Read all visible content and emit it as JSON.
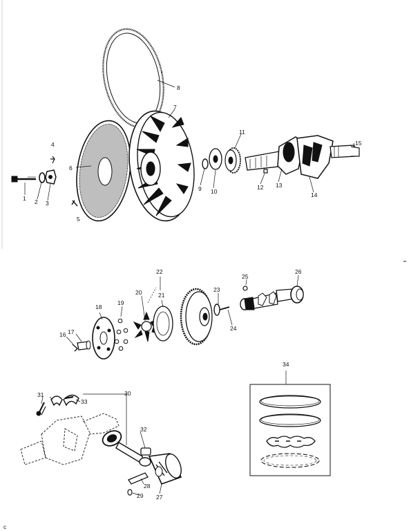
{
  "diagram": {
    "labels": [
      "1",
      "2",
      "3",
      "4",
      "5",
      "6",
      "7",
      "8",
      "9",
      "10",
      "11",
      "12",
      "13",
      "14",
      "15",
      "16",
      "17",
      "18",
      "19",
      "20",
      "21",
      "22",
      "23",
      "24",
      "25",
      "26",
      "27",
      "28",
      "29",
      "30",
      "31",
      "32",
      "33",
      "34"
    ],
    "corner_mark": "c"
  }
}
